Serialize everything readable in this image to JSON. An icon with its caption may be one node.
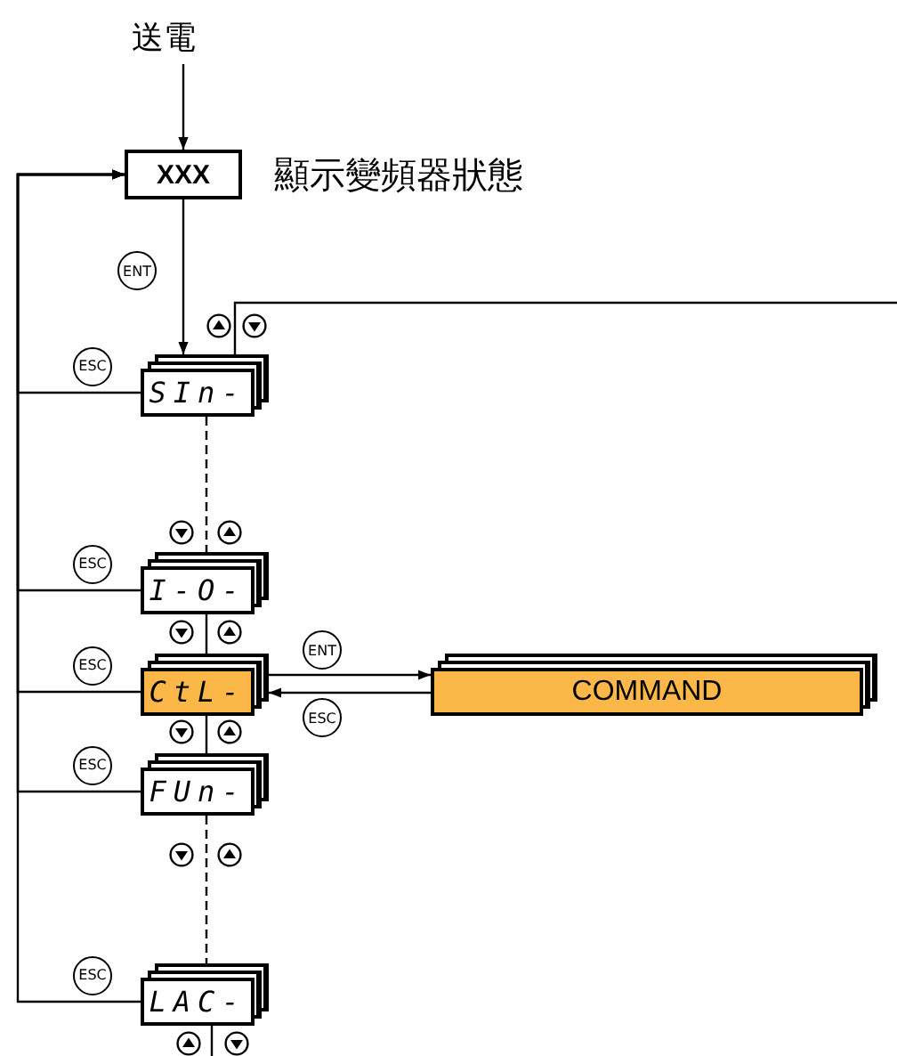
{
  "diagram": {
    "nodes": [
      {
        "text": [
          "送電"
        ]
      },
      {
        "text": [
          "XXX"
        ],
        "beside": [
          "顯示變頻器狀態"
        ]
      },
      {
        "text": [
          "SIn-"
        ]
      },
      {
        "text": [
          "I-O-"
        ]
      },
      {
        "text": [
          "CtL-"
        ]
      },
      {
        "text": [
          "FUn-"
        ]
      },
      {
        "text": [
          "LAC-"
        ]
      },
      {
        "text": [
          "COMMAND"
        ]
      }
    ],
    "edges": [
      {
        "from": 0,
        "to": 1,
        "arrow": "to"
      },
      {
        "from": 1,
        "to": 2,
        "arrow": "to",
        "label": "ENT"
      },
      {
        "from": 2,
        "to": 3,
        "arrow": "none",
        "style": "dashed"
      },
      {
        "from": 3,
        "to": 4,
        "arrow": "none"
      },
      {
        "from": 4,
        "to": 5,
        "arrow": "none"
      },
      {
        "from": 5,
        "to": 6,
        "arrow": "none",
        "style": "dashed"
      },
      {
        "from": 4,
        "to": 7,
        "arrow": "to",
        "label": "ENT"
      },
      {
        "from": 7,
        "to": 4,
        "arrow": "to",
        "label": "ESC"
      },
      {
        "from": 2,
        "to": 1,
        "arrow": "to",
        "label": "ESC"
      },
      {
        "from": 3,
        "to": 1,
        "arrow": "to",
        "label": "ESC"
      },
      {
        "from": 4,
        "to": 1,
        "arrow": "to",
        "label": "ESC"
      },
      {
        "from": 5,
        "to": 1,
        "arrow": "to",
        "label": "ESC"
      },
      {
        "from": 6,
        "to": 1,
        "arrow": "to",
        "label": "ESC"
      },
      {
        "from": 2,
        "to": null,
        "arrow": "none"
      },
      {
        "from": 6,
        "to": null,
        "arrow": "none"
      }
    ]
  }
}
